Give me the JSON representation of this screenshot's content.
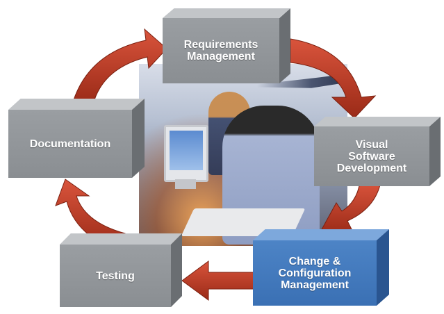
{
  "diagram": {
    "blocks": {
      "requirements": "Requirements\nManagement",
      "visual": "Visual\nSoftware\nDevelopment",
      "change": "Change &\nConfiguration\nManagement",
      "testing": "Testing",
      "documentation": "Documentation"
    }
  },
  "colors": {
    "arrow": "#b8341f",
    "block_gray": "#8a8e92",
    "block_blue": "#3a70b4"
  }
}
